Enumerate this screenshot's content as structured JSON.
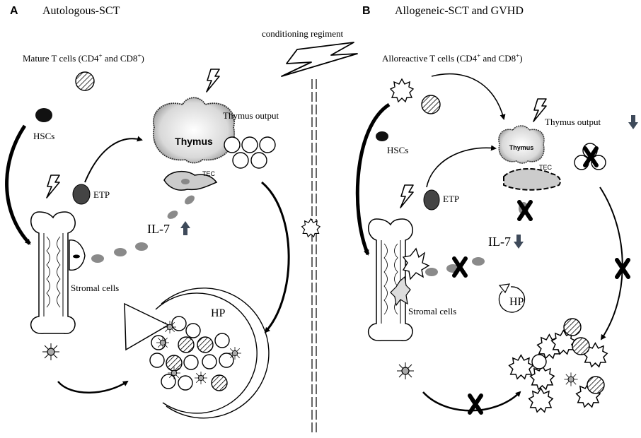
{
  "panel_a": {
    "letter": "A",
    "title": "Autologous-SCT",
    "mature_t_cells": "Mature T cells (CD4",
    "mature_t_cells_mid": " and CD8",
    "mature_t_cells_end": ")",
    "hscs": "HSCs",
    "etp": "ETP",
    "thymus": "Thymus",
    "tec": "TEC",
    "thymus_output": "Thymus output",
    "il7": "IL-7",
    "stromal_cells": "Stromal cells",
    "hp": "HP"
  },
  "panel_b": {
    "letter": "B",
    "title": "Allogeneic-SCT and GVHD",
    "alloreactive": "Alloreactive T cells (CD4",
    "alloreactive_mid": " and CD8",
    "alloreactive_end": ")",
    "hscs": "HSCs",
    "etp": "ETP",
    "thymus": "Thymus",
    "tec": "TEC",
    "thymus_output": "Thymus output",
    "il7": "IL-7",
    "stromal_cells": "Stromal cells",
    "hp": "HP"
  },
  "center": {
    "conditioning": "conditioning regiment"
  },
  "superscript_plus": "+",
  "colors": {
    "arrow_indicator": "#3e4a5a",
    "cell_dark": "#1a1a1a",
    "etp_fill": "#444444",
    "il7_fill": "#8a8a8a"
  }
}
